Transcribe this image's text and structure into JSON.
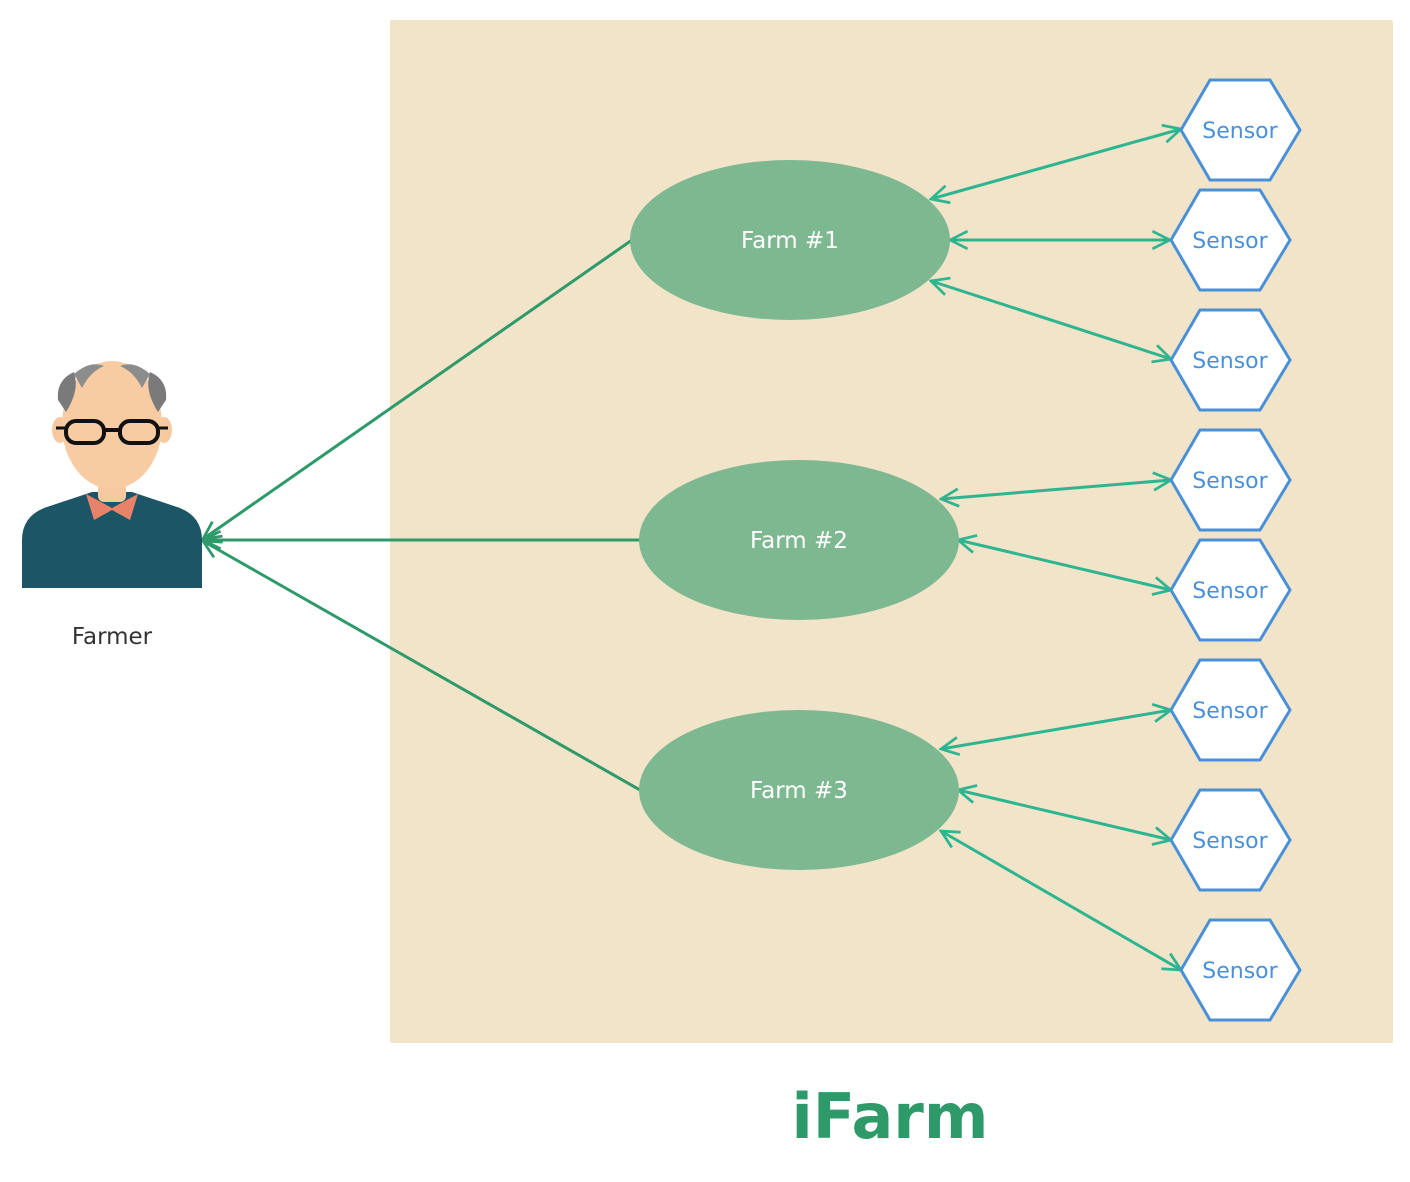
{
  "diagram": {
    "title": "iFarm",
    "actor": {
      "label": "Farmer"
    },
    "farms": [
      {
        "label": "Farm #1"
      },
      {
        "label": "Farm #2"
      },
      {
        "label": "Farm #3"
      }
    ],
    "sensor_label": "Sensor",
    "sensors": [
      {
        "label": "Sensor",
        "farm": 1
      },
      {
        "label": "Sensor",
        "farm": 1
      },
      {
        "label": "Sensor",
        "farm": 1
      },
      {
        "label": "Sensor",
        "farm": 2
      },
      {
        "label": "Sensor",
        "farm": 2
      },
      {
        "label": "Sensor",
        "farm": 3
      },
      {
        "label": "Sensor",
        "farm": 3
      },
      {
        "label": "Sensor",
        "farm": 3
      }
    ],
    "colors": {
      "system_boundary": "#f1e4c9",
      "farm_fill": "#7db890",
      "farm_to_actor_line": "#2e9a6a",
      "farm_to_sensor_line": "#2db590",
      "sensor_stroke": "#4a90d9",
      "title": "#2e9a6a"
    }
  }
}
